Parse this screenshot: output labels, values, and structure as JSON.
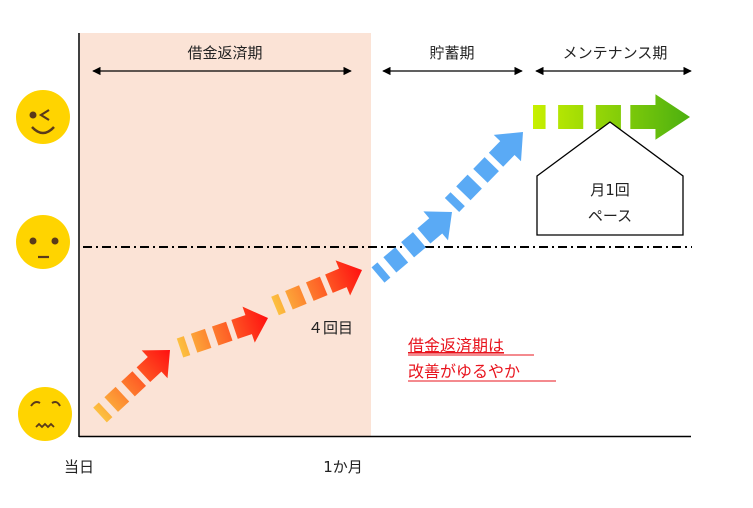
{
  "periods": [
    {
      "label": "借金返済期"
    },
    {
      "label": "貯蓄期"
    },
    {
      "label": "メンテナンス期"
    }
  ],
  "x_axis": {
    "start_label": "当日",
    "month_label": "1か月"
  },
  "faces": [
    "happy-wink-face-icon",
    "neutral-face-icon",
    "worried-face-icon"
  ],
  "annotations": {
    "fourth_time": "４回目",
    "callout_line1": "月1回",
    "callout_line2": "ペース",
    "note_line1": "借金返済期は",
    "note_line2": "改善がゆるやか"
  },
  "colors": {
    "debt_period_bg": "#fbe3d6",
    "face": "#ffd400",
    "note_red": "#e8141e",
    "blue_arrow": "#5aaaf5",
    "green_start": "#c8f000",
    "green_end": "#4cb010",
    "orange_start": "#fcc040",
    "orange_end": "#ff1010"
  }
}
